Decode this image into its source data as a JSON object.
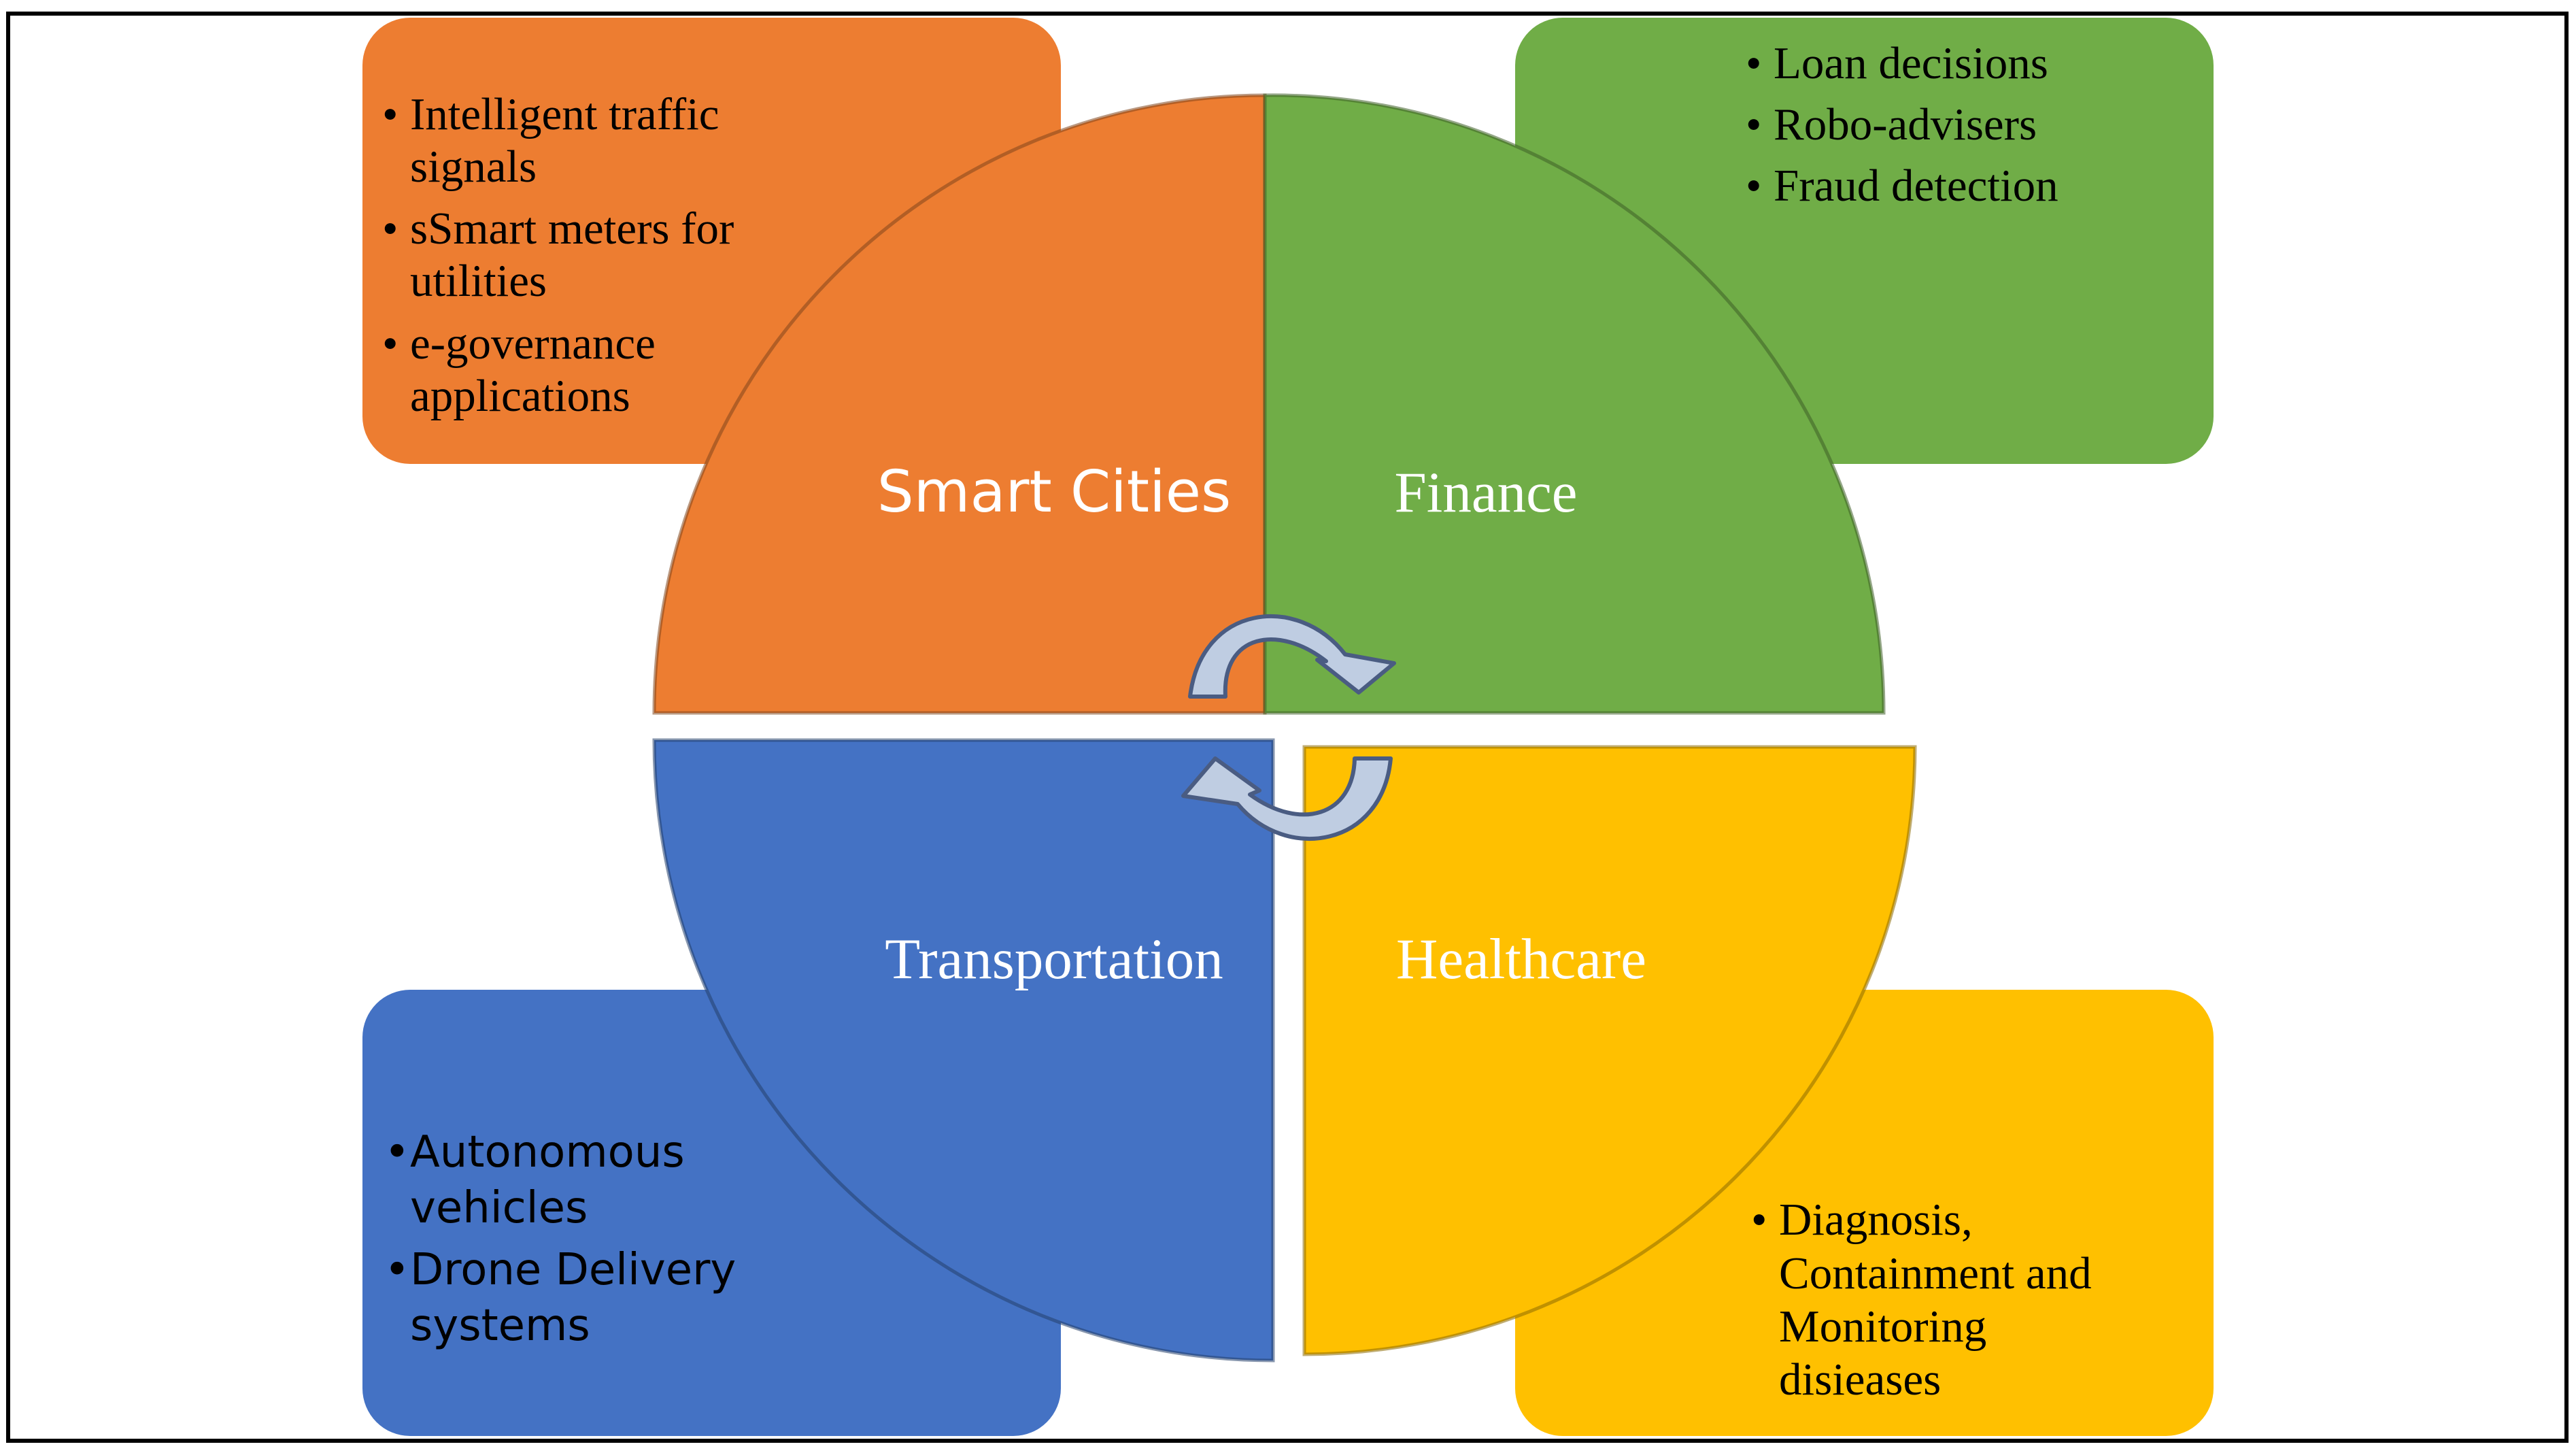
{
  "colors": {
    "smart_cities": "#ED7D31",
    "finance": "#70AD47",
    "transportation": "#4472C4",
    "healthcare": "#FFC000",
    "arrow_fill": "#BFCDE2",
    "arrow_stroke": "#4A5C82",
    "frame": "#000000"
  },
  "quadrants": {
    "smart_cities": {
      "label": "Smart Cities",
      "bullets": [
        [
          "Intelligent traffic",
          "signals"
        ],
        [
          "sSmart meters for",
          "utilities"
        ],
        [
          "e-governance",
          "applications"
        ]
      ]
    },
    "finance": {
      "label": "Finance",
      "bullets": [
        [
          "Loan decisions"
        ],
        [
          "Robo-advisers"
        ],
        [
          "Fraud detection"
        ]
      ]
    },
    "transportation": {
      "label": "Transportation",
      "bullets": [
        [
          "Autonomous",
          "vehicles"
        ],
        [
          " Drone Delivery",
          "systems"
        ]
      ]
    },
    "healthcare": {
      "label": "Healthcare",
      "bullets": [
        [
          "Diagnosis,",
          "Containment and",
          "Monitoring",
          "disieases"
        ]
      ]
    }
  },
  "icons": {
    "cycle_arrow_top": "curved-arrow-clockwise-icon",
    "cycle_arrow_bottom": "curved-arrow-counterclockwise-icon",
    "bullet": "bullet-dot"
  }
}
